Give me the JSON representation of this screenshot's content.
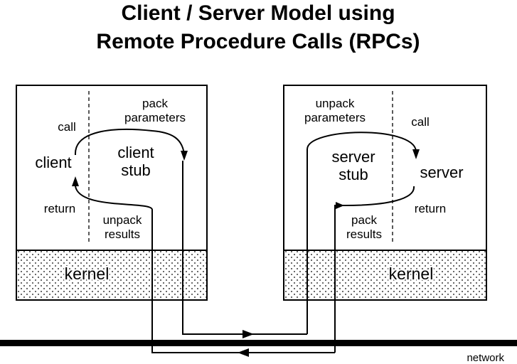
{
  "title": {
    "line1": "Client / Server Model using",
    "line2": "Remote Procedure Calls (RPCs)"
  },
  "client_machine": {
    "call": "call",
    "client": "client",
    "return": "return",
    "pack_parameters": [
      "pack",
      "parameters"
    ],
    "client_stub": [
      "client",
      "stub"
    ],
    "unpack_results": [
      "unpack",
      "results"
    ],
    "kernel": "kernel"
  },
  "server_machine": {
    "unpack_parameters": [
      "unpack",
      "parameters"
    ],
    "server_stub": [
      "server",
      "stub"
    ],
    "pack_results": [
      "pack",
      "results"
    ],
    "call": "call",
    "server": "server",
    "return": "return",
    "kernel": "kernel"
  },
  "network": {
    "label": "network"
  }
}
